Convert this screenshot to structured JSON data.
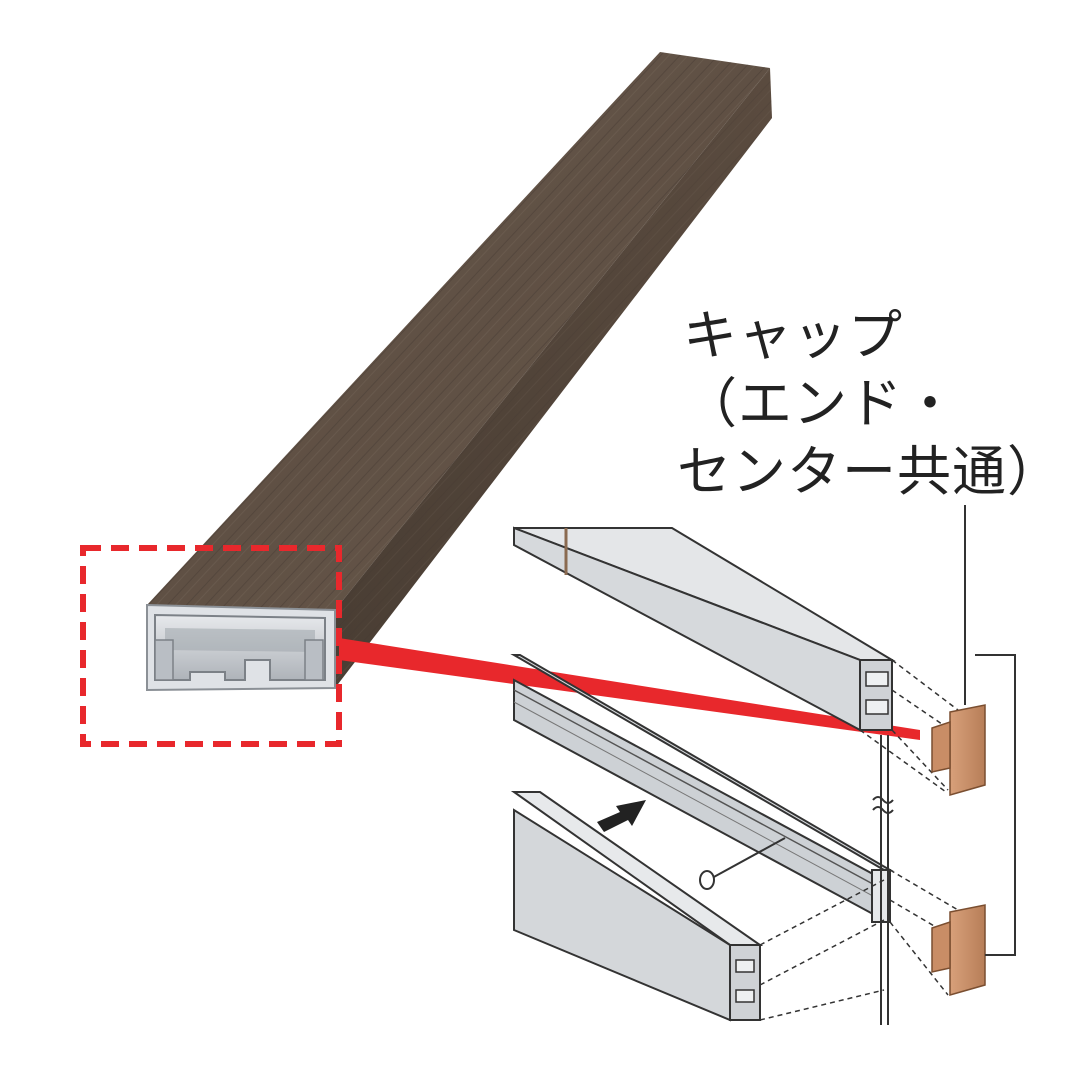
{
  "callout": {
    "lines": [
      "キャップ",
      "（エンド・",
      "センター共通）"
    ]
  },
  "colors": {
    "wood_light": "#7a6a5a",
    "wood_dark": "#4f4237",
    "aluminum": "#c9ccd0",
    "cap": "#c8906a",
    "highlight": "#e8282c",
    "line": "#333333"
  },
  "icons": {
    "arrow": "push-arrow-icon",
    "break": "break-symbol-icon",
    "screw": "screw-icon"
  }
}
